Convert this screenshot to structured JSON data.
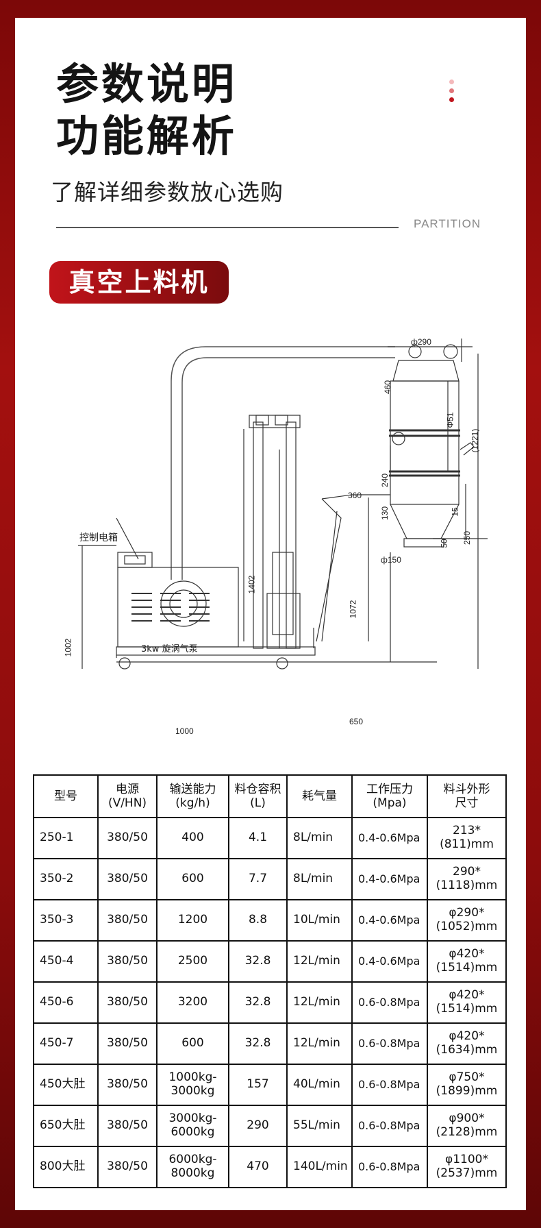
{
  "header": {
    "title_line1": "参数说明",
    "title_line2": "功能解析",
    "subtitle": "了解详细参数放心选购",
    "partition_label": "PARTITION"
  },
  "section": {
    "badge": "真空上料机"
  },
  "diagram": {
    "control_box_label": "控制电箱",
    "pump_label": "3kw 旋涡气泵",
    "dims": {
      "d290": "ф290",
      "d460": "460",
      "d51": "Φ51",
      "d1221": "(1221)",
      "d240": "240",
      "d360": "360",
      "d130": "130",
      "d15": "15",
      "d250": "250",
      "d50": "50",
      "d150": "ф150",
      "d1402": "1402",
      "d1072": "1072",
      "d1002": "1002",
      "d1000": "1000",
      "d650": "650"
    }
  },
  "table": {
    "headers": [
      "型号",
      "电源\n(V/HN)",
      "输送能力\n(kg/h)",
      "料仓容积\n(L)",
      "耗气量",
      "工作压力\n(Mpa)",
      "料斗外形\n尺寸"
    ],
    "rows": [
      [
        "250-1",
        "380/50",
        "400",
        "4.1",
        "8L/min",
        "0.4-0.6Mpa",
        "213*\n(811)mm"
      ],
      [
        "350-2",
        "380/50",
        "600",
        "7.7",
        "8L/min",
        "0.4-0.6Mpa",
        "290*\n(1118)mm"
      ],
      [
        "350-3",
        "380/50",
        "1200",
        "8.8",
        "10L/min",
        "0.4-0.6Mpa",
        "φ290*\n(1052)mm"
      ],
      [
        "450-4",
        "380/50",
        "2500",
        "32.8",
        "12L/min",
        "0.4-0.6Mpa",
        "φ420*\n(1514)mm"
      ],
      [
        "450-6",
        "380/50",
        "3200",
        "32.8",
        "12L/min",
        "0.6-0.8Mpa",
        "φ420*\n(1514)mm"
      ],
      [
        "450-7",
        "380/50",
        "600",
        "32.8",
        "12L/min",
        "0.6-0.8Mpa",
        "φ420*\n(1634)mm"
      ],
      [
        "450大肚",
        "380/50",
        "1000kg-\n3000kg",
        "157",
        "40L/min",
        "0.6-0.8Mpa",
        "φ750*\n(1899)mm"
      ],
      [
        "650大肚",
        "380/50",
        "3000kg-\n6000kg",
        "290",
        "55L/min",
        "0.6-0.8Mpa",
        "φ900*\n(2128)mm"
      ],
      [
        "800大肚",
        "380/50",
        "6000kg-\n8000kg",
        "470",
        "140L/min",
        "0.6-0.8Mpa",
        "φ1100*\n(2537)mm"
      ]
    ]
  },
  "colors": {
    "accent_red": "#b3121a",
    "dot_light": "#f4b9bb",
    "dot_mid": "#e0767a",
    "dot_dark": "#c0151d"
  }
}
